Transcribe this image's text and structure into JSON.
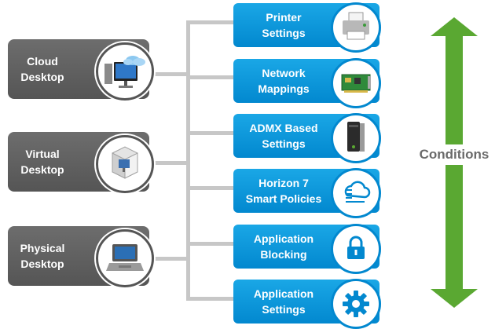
{
  "desktops": [
    {
      "label": "Cloud\nDesktop",
      "icon": "cloud-desktop-icon"
    },
    {
      "label": "Virtual\nDesktop",
      "icon": "virtual-desktop-icon"
    },
    {
      "label": "Physical\nDesktop",
      "icon": "laptop-icon"
    }
  ],
  "policies": [
    {
      "label": "Printer\nSettings",
      "icon": "printer-icon"
    },
    {
      "label": "Network\nMappings",
      "icon": "network-card-icon"
    },
    {
      "label": "ADMX Based\nSettings",
      "icon": "server-icon"
    },
    {
      "label": "Horizon 7\nSmart Policies",
      "icon": "cloud-stack-icon"
    },
    {
      "label": "Application\nBlocking",
      "icon": "lock-icon"
    },
    {
      "label": "Application\nSettings",
      "icon": "gear-icon"
    }
  ],
  "conditions": {
    "label": "Conditions",
    "arrow_color": "#5aa832"
  },
  "colors": {
    "desktop_fill": "#5f5f5f",
    "policy_fill": "#0a93d8",
    "connector": "#c7c7c7"
  }
}
